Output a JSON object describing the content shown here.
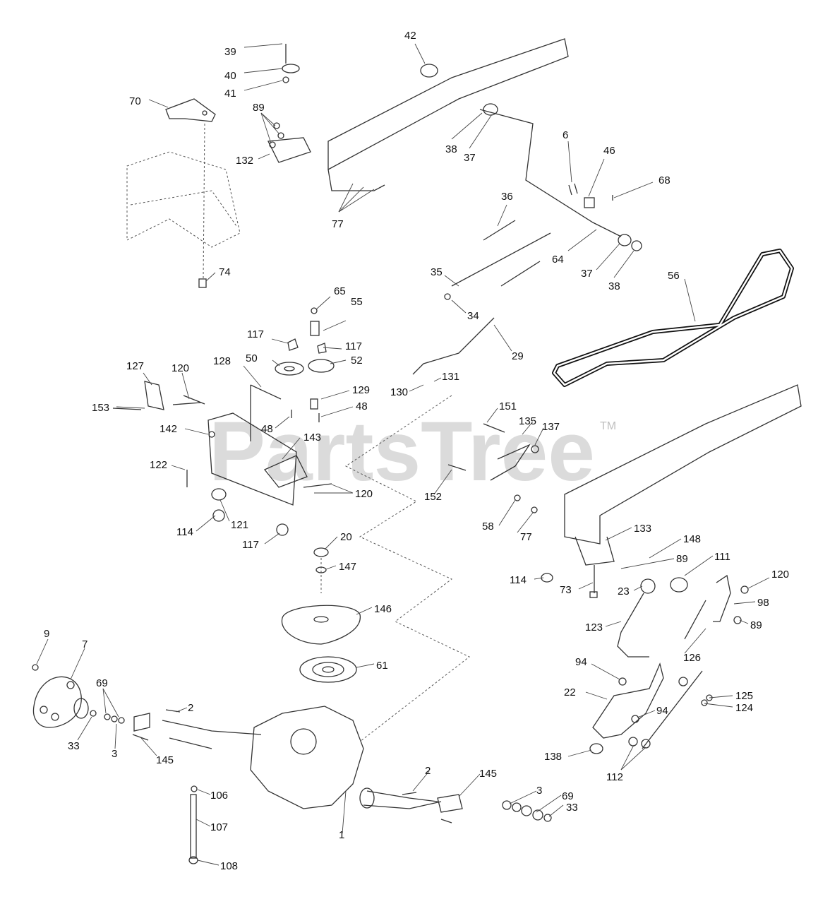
{
  "watermark": {
    "text": "PartsTree",
    "tm": "TM"
  },
  "labels": [
    {
      "id": "l1",
      "text": "39"
    },
    {
      "id": "l2",
      "text": "40"
    },
    {
      "id": "l3",
      "text": "41"
    },
    {
      "id": "l4",
      "text": "42"
    },
    {
      "id": "l5",
      "text": "70"
    },
    {
      "id": "l6",
      "text": "89"
    },
    {
      "id": "l7",
      "text": "132"
    },
    {
      "id": "l8",
      "text": "38"
    },
    {
      "id": "l9",
      "text": "37"
    },
    {
      "id": "l10",
      "text": "6"
    },
    {
      "id": "l11",
      "text": "46"
    },
    {
      "id": "l12",
      "text": "68"
    },
    {
      "id": "l13",
      "text": "77"
    },
    {
      "id": "l14",
      "text": "36"
    },
    {
      "id": "l15",
      "text": "64"
    },
    {
      "id": "l16",
      "text": "37"
    },
    {
      "id": "l17",
      "text": "38"
    },
    {
      "id": "l18",
      "text": "74"
    },
    {
      "id": "l19",
      "text": "35"
    },
    {
      "id": "l20",
      "text": "56"
    },
    {
      "id": "l21",
      "text": "34"
    },
    {
      "id": "l22",
      "text": "65"
    },
    {
      "id": "l23",
      "text": "55"
    },
    {
      "id": "l24",
      "text": "117"
    },
    {
      "id": "l25",
      "text": "117"
    },
    {
      "id": "l26",
      "text": "29"
    },
    {
      "id": "l27",
      "text": "50"
    },
    {
      "id": "l28",
      "text": "52"
    },
    {
      "id": "l29",
      "text": "127"
    },
    {
      "id": "l30",
      "text": "120"
    },
    {
      "id": "l31",
      "text": "128"
    },
    {
      "id": "l32",
      "text": "131"
    },
    {
      "id": "l33",
      "text": "129"
    },
    {
      "id": "l34",
      "text": "130"
    },
    {
      "id": "l35",
      "text": "153"
    },
    {
      "id": "l36",
      "text": "48"
    },
    {
      "id": "l37",
      "text": "151"
    },
    {
      "id": "l38",
      "text": "142"
    },
    {
      "id": "l39",
      "text": "48"
    },
    {
      "id": "l40",
      "text": "135"
    },
    {
      "id": "l41",
      "text": "137"
    },
    {
      "id": "l42",
      "text": "143"
    },
    {
      "id": "l43",
      "text": "122"
    },
    {
      "id": "l44",
      "text": "120"
    },
    {
      "id": "l45",
      "text": "152"
    },
    {
      "id": "l46",
      "text": "114"
    },
    {
      "id": "l47",
      "text": "121"
    },
    {
      "id": "l48",
      "text": "58"
    },
    {
      "id": "l49",
      "text": "77"
    },
    {
      "id": "l50",
      "text": "133"
    },
    {
      "id": "l51",
      "text": "117"
    },
    {
      "id": "l52",
      "text": "20"
    },
    {
      "id": "l53",
      "text": "148"
    },
    {
      "id": "l54",
      "text": "147"
    },
    {
      "id": "l55",
      "text": "89"
    },
    {
      "id": "l56",
      "text": "111"
    },
    {
      "id": "l57",
      "text": "114"
    },
    {
      "id": "l58",
      "text": "73"
    },
    {
      "id": "l59",
      "text": "23"
    },
    {
      "id": "l60",
      "text": "120"
    },
    {
      "id": "l61",
      "text": "98"
    },
    {
      "id": "l62",
      "text": "146"
    },
    {
      "id": "l63",
      "text": "89"
    },
    {
      "id": "l64",
      "text": "123"
    },
    {
      "id": "l65",
      "text": "9"
    },
    {
      "id": "l66",
      "text": "7"
    },
    {
      "id": "l67",
      "text": "126"
    },
    {
      "id": "l68",
      "text": "61"
    },
    {
      "id": "l69",
      "text": "94"
    },
    {
      "id": "l70",
      "text": "69"
    },
    {
      "id": "l71",
      "text": "22"
    },
    {
      "id": "l72",
      "text": "125"
    },
    {
      "id": "l73",
      "text": "2"
    },
    {
      "id": "l74",
      "text": "124"
    },
    {
      "id": "l75",
      "text": "94"
    },
    {
      "id": "l76",
      "text": "33"
    },
    {
      "id": "l77",
      "text": "3"
    },
    {
      "id": "l78",
      "text": "145"
    },
    {
      "id": "l79",
      "text": "138"
    },
    {
      "id": "l80",
      "text": "2"
    },
    {
      "id": "l81",
      "text": "112"
    },
    {
      "id": "l82",
      "text": "145"
    },
    {
      "id": "l83",
      "text": "106"
    },
    {
      "id": "l84",
      "text": "3"
    },
    {
      "id": "l85",
      "text": "69"
    },
    {
      "id": "l86",
      "text": "33"
    },
    {
      "id": "l87",
      "text": "107"
    },
    {
      "id": "l88",
      "text": "1"
    },
    {
      "id": "l89",
      "text": "108"
    }
  ]
}
